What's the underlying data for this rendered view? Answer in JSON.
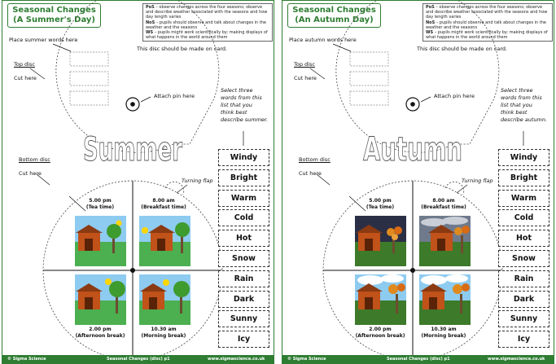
{
  "sheets": [
    {
      "title_line1": "Seasonal Changes",
      "title_line2": "(A Summer's Day)",
      "objectives": [
        {
          "code": "PoS",
          "text": " – observe changes across the four seasons; observe and describe weather associated with the seasons and how day length varies"
        },
        {
          "code": "NoS",
          "text": " – pupils should observe and talk about changes in the weather and the seasons"
        },
        {
          "code": "WS",
          "text": " – pupils might work scientifically by: making displays of what happens in the world around them"
        }
      ],
      "place_words_label": "Place summer words here",
      "card_note": "This disc should be made on card.",
      "top_disc_label": "Top disc",
      "cut_here_top": "Cut here",
      "attach_pin": "Attach pin here",
      "big_word": "Summer",
      "select_note": [
        "Select three",
        "words from this",
        "list that you",
        "think best",
        "describe summer."
      ],
      "bottom_disc_label": "Bottom disc",
      "cut_here_bottom": "Cut here",
      "turning_flap": "Turning flap",
      "times": [
        {
          "time": "5.00 pm",
          "desc": "(Tea time)"
        },
        {
          "time": "8.00 am",
          "desc": "(Breakfast time)"
        },
        {
          "time": "2.00 pm",
          "desc": "(Afternoon break)"
        },
        {
          "time": "10.30 am",
          "desc": "(Morning break)"
        }
      ],
      "words": [
        "Windy",
        "Bright",
        "Warm",
        "Cold",
        "Hot",
        "Snow",
        "Rain",
        "Dark",
        "Sunny",
        "Icy"
      ],
      "footer_left": "© Sigma Science",
      "footer_mid": "Seasonal Changes (disc) p1",
      "footer_right": "www.sigmascience.co.uk",
      "colors": {
        "sky": "#8ecbf0",
        "grass": "#4caf50",
        "barn": "#c0521a",
        "leaves": "#3e9b2e"
      }
    },
    {
      "title_line1": "Seasonal Changes",
      "title_line2": "(An Autumn Day)",
      "objectives": [
        {
          "code": "PoS",
          "text": " – observe changes across the four seasons; observe and describe weather associated with the seasons and how day length varies"
        },
        {
          "code": "NoS",
          "text": " – pupils should observe and talk about changes in the weather and the seasons"
        },
        {
          "code": "WS",
          "text": " – pupils might work scientifically by: making displays of what happens in the world around them"
        }
      ],
      "place_words_label": "Place autumn words here",
      "card_note": "This disc should be made on card.",
      "top_disc_label": "Top disc",
      "cut_here_top": "Cut here",
      "attach_pin": "Attach pin here",
      "big_word": "Autumn",
      "select_note": [
        "Select three",
        "words from this",
        "list that you",
        "think best",
        "describe autumn."
      ],
      "bottom_disc_label": "Bottom disc",
      "cut_here_bottom": "Cut here",
      "turning_flap": "Turning flap",
      "times": [
        {
          "time": "5.00 pm",
          "desc": "(Tea time)"
        },
        {
          "time": "8.00 am",
          "desc": "(Breakfast time)"
        },
        {
          "time": "2.00 pm",
          "desc": "(Afternoon break)"
        },
        {
          "time": "10.30 am",
          "desc": "(Morning break)"
        }
      ],
      "words": [
        "Windy",
        "Bright",
        "Warm",
        "Cold",
        "Hot",
        "Snow",
        "Rain",
        "Dark",
        "Sunny",
        "Icy"
      ],
      "footer_left": "© Sigma Science",
      "footer_mid": "Seasonal Changes (disc) p1",
      "footer_right": "www.sigmascience.co.uk",
      "colors": {
        "sky_dark": "#2b2f45",
        "sky_grey": "#6f7a8c",
        "sky": "#8ecbf0",
        "grass": "#3d7a2a",
        "barn": "#c0521a",
        "leaves": "#e08a1e"
      }
    }
  ]
}
